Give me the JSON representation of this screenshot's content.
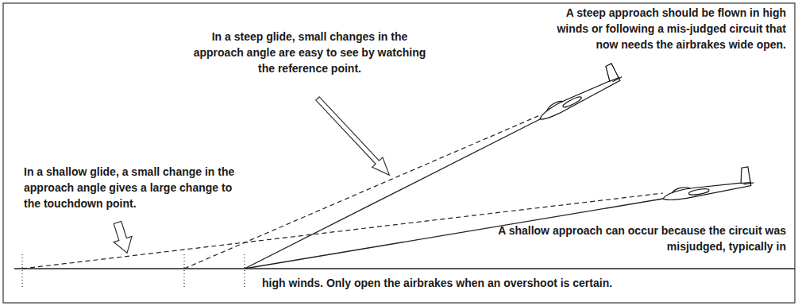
{
  "diagram": {
    "labels": [
      "A steep approach should be flown in high winds or following a mis-judged circuit that now needs the airbrakes wide open.",
      "In a steep glide, small changes in the approach angle are easy to see by watching the reference point.",
      "In a shallow glide, a small change in the approach angle gives a large change to the touchdown point.",
      "A shallow approach can occur because the circuit was misjudged, typically in",
      "high winds. Only open the airbrakes when an overshoot is certain."
    ]
  }
}
